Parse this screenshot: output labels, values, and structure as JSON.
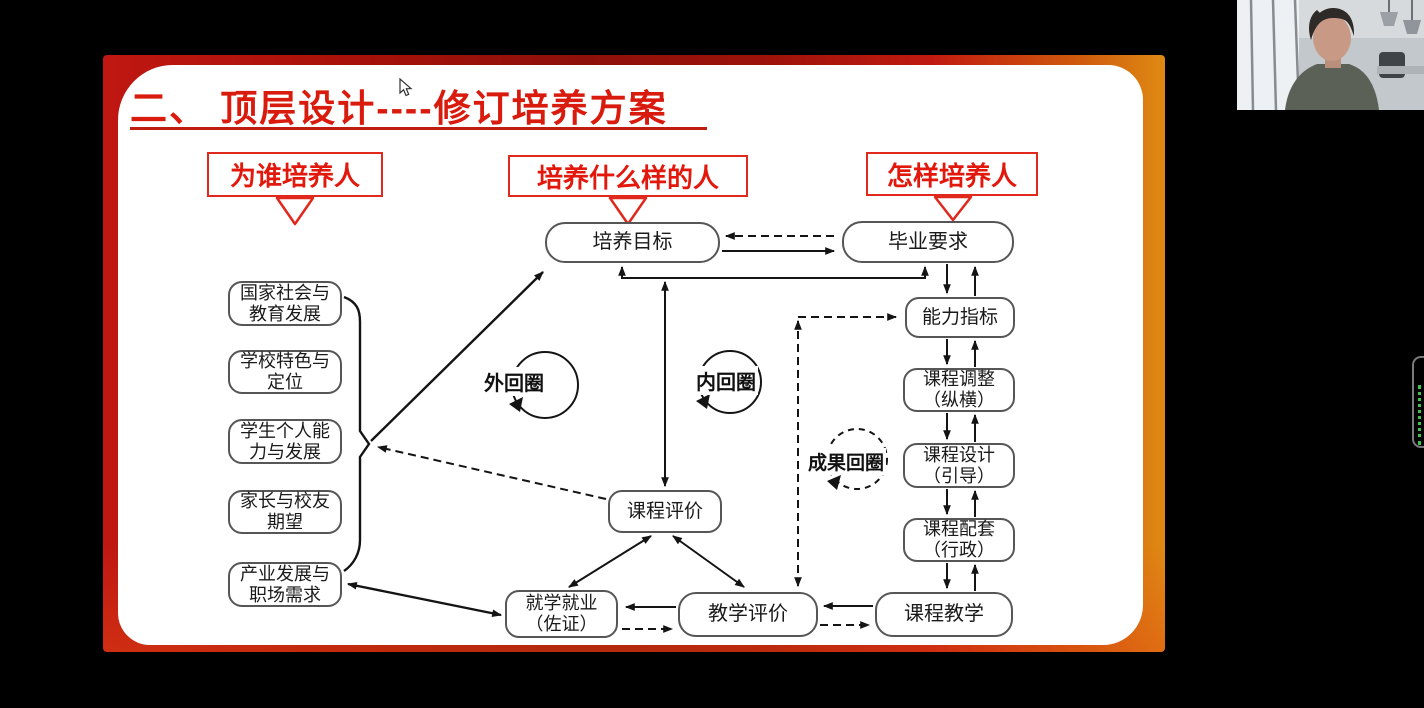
{
  "slide": {
    "title": "二、 顶层设计----修订培养方案",
    "top_labels": [
      {
        "text": "为谁培养人"
      },
      {
        "text": "培养什么样的人"
      },
      {
        "text": "怎样培养人"
      }
    ],
    "stakeholders": [
      {
        "line1": "国家社会与",
        "line2": "教育发展"
      },
      {
        "line1": "学校特色与",
        "line2": "定位"
      },
      {
        "line1": "学生个人能",
        "line2": "力与发展"
      },
      {
        "line1": "家长与校友",
        "line2": "期望"
      },
      {
        "line1": "产业发展与",
        "line2": "职场需求"
      }
    ],
    "nodes": {
      "peiyang_mubiao": {
        "label": "培养目标"
      },
      "biye_yaoqiu": {
        "label": "毕业要求"
      },
      "nengli_zhibiao": {
        "label": "能力指标"
      },
      "kecheng_tiaozheng": {
        "line1": "课程调整",
        "line2": "（纵横）"
      },
      "kecheng_sheji": {
        "line1": "课程设计",
        "line2": "（引导）"
      },
      "kecheng_peitao": {
        "line1": "课程配套",
        "line2": "（行政）"
      },
      "kecheng_jiaoxue": {
        "label": "课程教学"
      },
      "jiaoxue_pingjia": {
        "label": "教学评价"
      },
      "jiuxue_jiuye": {
        "line1": "就学就业",
        "line2": "（佐证）"
      },
      "kecheng_pingjia": {
        "label": "课程评价"
      }
    },
    "loops": {
      "outer": "外回圈",
      "inner": "内回圈",
      "outcome": "成果回圈"
    }
  },
  "colors": {
    "background": "#000000",
    "slide_red": "#a91109",
    "accent_red": "#e2180c",
    "line": "#141414",
    "green_dots": "#3ec24e"
  }
}
